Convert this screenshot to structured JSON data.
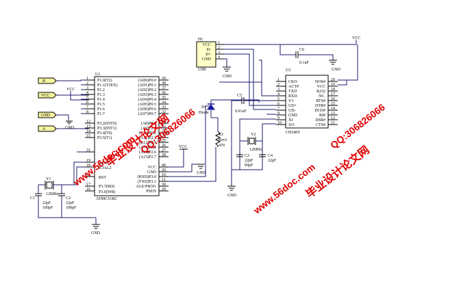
{
  "ports": {
    "b": "B",
    "vcc": "VCC",
    "gnd": "GND",
    "a": "A"
  },
  "u1": {
    "ref": "U1",
    "part": "AT89C51RC",
    "left_pins": [
      "P1.0(T2)",
      "P1.1(T2EX)",
      "P1.2",
      "P1.3",
      "P1.4",
      "P1.5",
      "P1.6",
      "P1.7"
    ],
    "left_nums": [
      "1",
      "2",
      "3",
      "4",
      "5",
      "6",
      "7",
      "8"
    ],
    "left_pins2": [
      "P3.2(INT0)",
      "P3.3(INT1)",
      "P3.4(T0)",
      "P3.5(T1)"
    ],
    "left_nums2": [
      "12",
      "13",
      "14",
      "15"
    ],
    "xtal1": "XTAL1",
    "xtal2": "XTAL2",
    "rst": "RST",
    "rd": "P3.7(RD)",
    "wr": "P3.6(WR)",
    "xtal1_num": "19",
    "xtal2_num": "18",
    "rst_num": "9",
    "ea_num": "31",
    "rd_num": "17",
    "wr_num": "16",
    "right_pins": [
      "(AD0)P0.0",
      "(AD1)P0.1",
      "(AD2)P0.2",
      "(AD3)P0.3",
      "(AD4)P0.4",
      "(AD5)P0.5",
      "(AD6)P0.6",
      "(AD7)P0.7"
    ],
    "right_nums": [
      "39",
      "38",
      "37",
      "36",
      "35",
      "34",
      "33",
      "32"
    ],
    "right_pins2": [
      "(A8)P2.0",
      "(A9)P2.1",
      "(A10)P2.2",
      "(A11)P2.3",
      "(A12)P2.4",
      "(A13)P2.5",
      "(A14)P2.6",
      "(A15)P2.7"
    ],
    "right_nums2": [
      "21",
      "22",
      "23",
      "24",
      "25",
      "26",
      "27",
      "28"
    ],
    "right_pins3": [
      "VCC",
      "GND",
      "(RXD)P3.0",
      "(TXD)P3.1",
      "ALE/PROG",
      "PSEN"
    ],
    "right_nums3": [
      "40",
      "20",
      "10",
      "11",
      "30",
      "29"
    ]
  },
  "h1": {
    "ref": "H1",
    "name": "USB",
    "pins": [
      "VCC",
      "D-",
      "D+",
      "GND"
    ],
    "nums": [
      "1",
      "2",
      "3",
      "4"
    ]
  },
  "u2": {
    "ref": "U2",
    "part": "CH340T",
    "left_pins": [
      "CKO",
      "ACT#",
      "TXD",
      "RXD",
      "V3",
      "UD+",
      "UD-",
      "GND",
      "XI",
      "XO"
    ],
    "left_nums": [
      "1",
      "2",
      "3",
      "4",
      "5",
      "6",
      "7",
      "8",
      "9",
      "10"
    ],
    "right_pins": [
      "NOS#",
      "VCC",
      "R232",
      "NC.",
      "RTS#",
      "DTR#",
      "DCD#",
      "RI#",
      "DSR#",
      "CTS#"
    ],
    "right_nums": [
      "20",
      "19",
      "18",
      "17",
      "16",
      "15",
      "14",
      "13",
      "12",
      "11"
    ]
  },
  "parts": {
    "c6": "C6",
    "c6_val": "0.1uF",
    "c5": "C5",
    "c5_val": "0.01uF",
    "y2": "Y2",
    "y2_val": "12MHz",
    "c3": "C3",
    "c3_val1": "22pF",
    "c3_val2": "00pF",
    "c4": "C4",
    "c4_val": "22pF",
    "d1": "D1",
    "d1_val": "Diode",
    "r1": "R1",
    "r1_val1": "Res3",
    "r1_val2": "470",
    "y1": "Y1",
    "y1_val": "12MHz",
    "c1": "C1",
    "c1_val1": "22pF",
    "c1_val2": "100pF",
    "c2": "C2",
    "c2_val1": "22pF",
    "c2_val2": "100pF"
  },
  "labels": {
    "vcc": "VCC",
    "gnd": "GND"
  },
  "watermarks": {
    "site": "www.56doc.com",
    "qq": "QQ:306826066",
    "brand": "毕业设计论文网"
  }
}
